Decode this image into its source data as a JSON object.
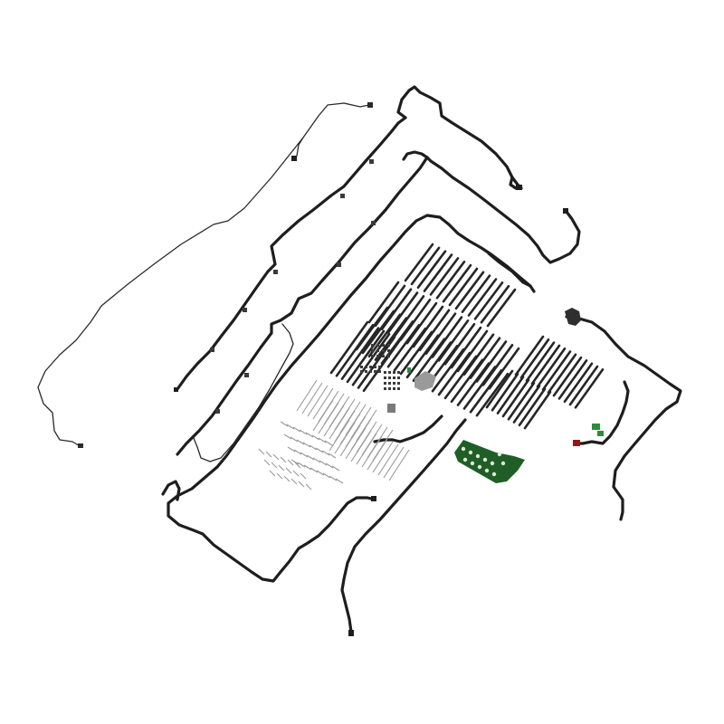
{
  "colors": {
    "background": "#ffffff",
    "cable": "#1e1e1e",
    "thin_cable": "#2a2a2a",
    "rod": "#262626",
    "light_part": "#9a9a9a",
    "board": "#1f5e26",
    "connector_green": "#2e8b3e",
    "connector_red": "#8c1c1c",
    "clip": "#3a3a3a"
  },
  "parts": {
    "harnesses": [
      "main-loom",
      "upper-loom",
      "mid-loom",
      "left-thin-lead",
      "bottom-lead",
      "right-loom",
      "right-branch",
      "inner-lead"
    ],
    "rod_groups": [
      "rod-grid-upper",
      "rod-grid-left",
      "rod-grid-right",
      "rod-grid-lower-right"
    ],
    "hardware": [
      "clips",
      "screws",
      "pins",
      "pcb-board",
      "connectors"
    ]
  }
}
